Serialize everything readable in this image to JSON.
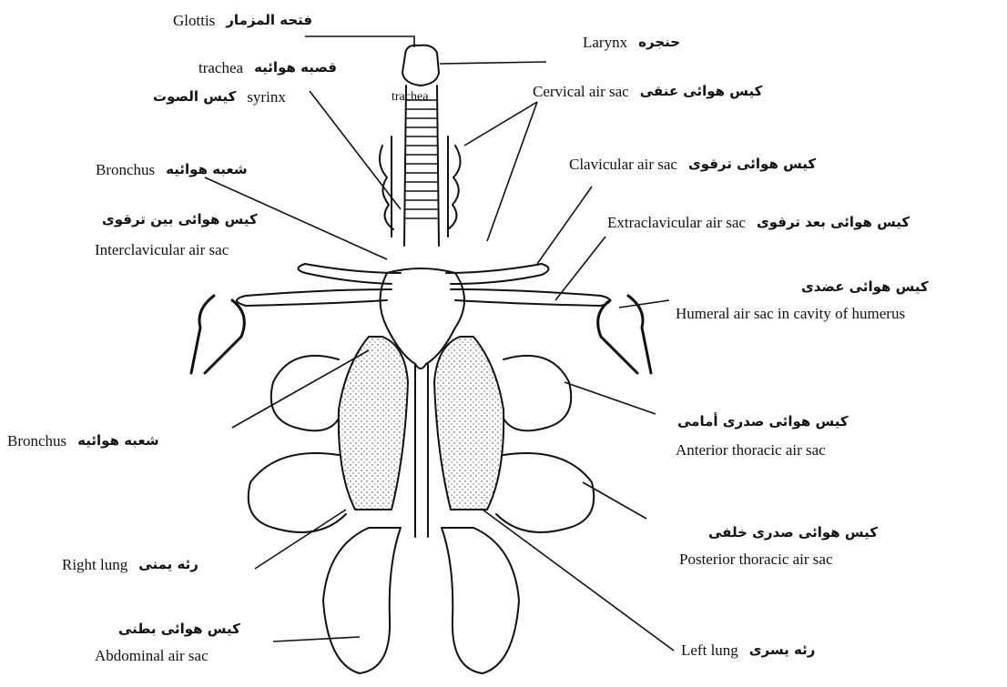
{
  "labels": {
    "glottis": {
      "en": "Glottis",
      "fa": "فتحه المزمار"
    },
    "larynx": {
      "en": "Larynx",
      "fa": "حنجره"
    },
    "trachea": {
      "en": "trachea",
      "fa": "قصبه هوائیه"
    },
    "syrinx": {
      "en": "syrinx",
      "fa": "کیس الصوت"
    },
    "trachea_upper": {
      "en": "trachea"
    },
    "cervical": {
      "en": "Cervical air sac",
      "fa": "کیس هوائی عنقی"
    },
    "bronchus_top": {
      "en": "Bronchus",
      "fa": "شعبه هوائیه"
    },
    "clavicular": {
      "en": "Clavicular air sac",
      "fa": "کیس هوائی ترقوی"
    },
    "interclavicular": {
      "en": "Interclavicular air sac",
      "fa": "کیس هوائی بین ترقوی"
    },
    "extraclavicular": {
      "en": "Extraclavicular air sac",
      "fa": "کیس هوائی بعد ترقوی"
    },
    "humeral": {
      "en": "Humeral air sac in cavity of humerus",
      "fa": "کیس هوائی عضدی"
    },
    "bronchus_mid": {
      "en": "Bronchus",
      "fa": "شعبه هوائیه"
    },
    "anterior_thoracic": {
      "en": "Anterior thoracic air sac",
      "fa": "کیس هوائی صدری أمامی"
    },
    "posterior_thoracic": {
      "en": "Posterior thoracic air sac",
      "fa": "کیس هوائی صدری خلفی"
    },
    "right_lung": {
      "en": "Right lung",
      "fa": "رئه یمنی"
    },
    "abdominal": {
      "en": "Abdominal air sac",
      "fa": "کیس هوائی بطنی"
    },
    "left_lung": {
      "en": "Left lung",
      "fa": "رئه یسری"
    }
  }
}
